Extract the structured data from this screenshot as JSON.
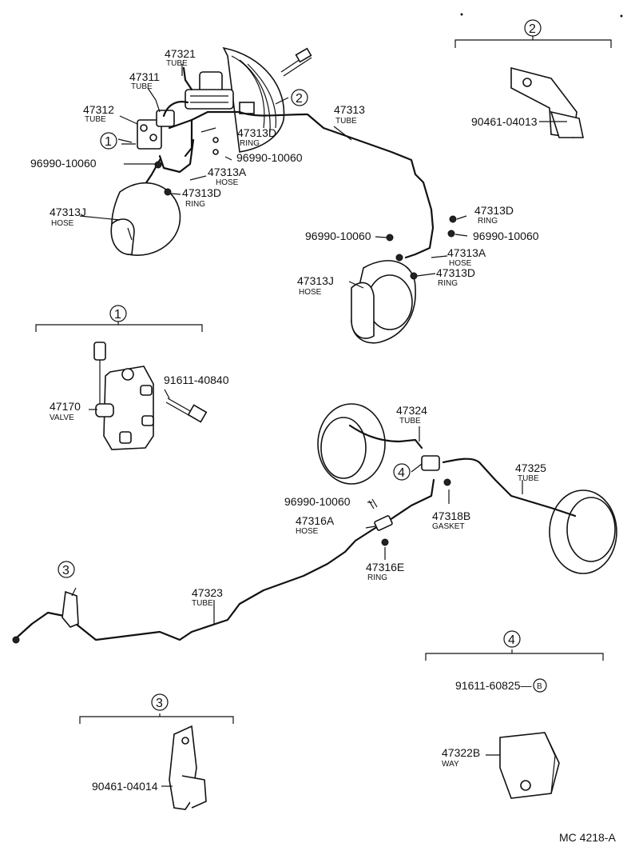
{
  "labels": {
    "l47321": {
      "pn": "47321",
      "type": "TUBE"
    },
    "l47311": {
      "pn": "47311",
      "type": "TUBE"
    },
    "l47312": {
      "pn": "47312",
      "type": "TUBE"
    },
    "l47313": {
      "pn": "47313",
      "type": "TUBE"
    },
    "l47313d_a": {
      "pn": "47313D",
      "type": "RING"
    },
    "l96990_a": {
      "pn": "96990-10060"
    },
    "l96990_b": {
      "pn": "96990-10060"
    },
    "l47313a_a": {
      "pn": "47313A",
      "type": "HOSE"
    },
    "l47313d_b": {
      "pn": "47313D",
      "type": "RING"
    },
    "l47313j_a": {
      "pn": "47313J",
      "type": "HOSE"
    },
    "l90461_04013": {
      "pn": "90461-04013"
    },
    "l47313d_c": {
      "pn": "47313D",
      "type": "RING"
    },
    "l96990_c": {
      "pn": "96990-10060"
    },
    "l96990_d": {
      "pn": "96990-10060"
    },
    "l47313a_b": {
      "pn": "47313A",
      "type": "HOSE"
    },
    "l47313j_b": {
      "pn": "47313J",
      "type": "HOSE"
    },
    "l47313d_d": {
      "pn": "47313D",
      "type": "RING"
    },
    "l91611_40840": {
      "pn": "91611-40840"
    },
    "l47170": {
      "pn": "47170",
      "type": "VALVE"
    },
    "l47324": {
      "pn": "47324",
      "type": "TUBE"
    },
    "l47325": {
      "pn": "47325",
      "type": "TUBE"
    },
    "l96990_e": {
      "pn": "96990-10060"
    },
    "l47318b": {
      "pn": "47318B",
      "type": "GASKET"
    },
    "l47316a": {
      "pn": "47316A",
      "type": "HOSE"
    },
    "l47316e": {
      "pn": "47316E",
      "type": "RING"
    },
    "l47323": {
      "pn": "47323",
      "type": "TUBE"
    },
    "l91611_60825": {
      "pn": "91611-60825—",
      "mark": "B"
    },
    "l47322b": {
      "pn": "47322B",
      "type": "WAY"
    },
    "l90461_04014": {
      "pn": "90461-04014"
    }
  },
  "refs": {
    "r1_main": "1",
    "r2_main": "2",
    "r2_box": "2",
    "r1_box": "1",
    "r4_main": "4",
    "r3_main": "3",
    "r4_box": "4",
    "r3_box": "3"
  },
  "diagram_code": "MC 4218-A"
}
